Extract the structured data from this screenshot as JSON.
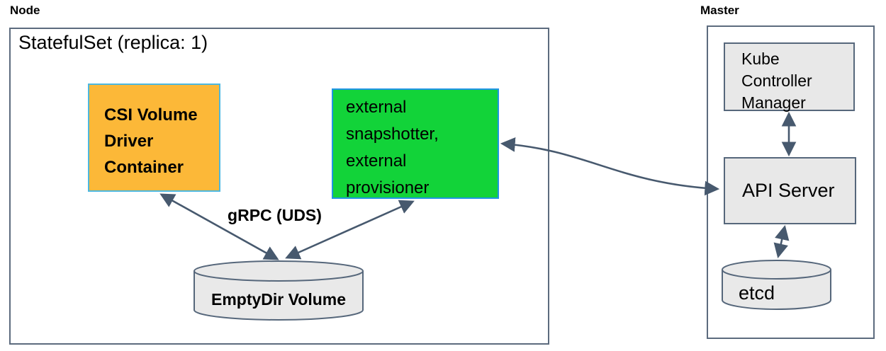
{
  "diagram": {
    "node": {
      "label": "Node",
      "statefulset_label": "StatefulSet (replica: 1)",
      "csi_box": {
        "lines": [
          "CSI Volume",
          "Driver",
          "Container"
        ],
        "fill": "#FCB838",
        "border": "#4DB8E0"
      },
      "sidecar_box": {
        "lines": [
          "external",
          "snapshotter,",
          "external",
          "provisioner"
        ],
        "fill": "#12D339",
        "border": "#2095E5"
      },
      "grpc_label": "gRPC (UDS)",
      "emptydir_label": "EmptyDir Volume"
    },
    "master": {
      "label": "Master",
      "kcm_box": {
        "lines": [
          "Kube",
          "Controller",
          "Manager"
        ]
      },
      "api_server_label": "API Server",
      "etcd_label": "etcd"
    },
    "colors": {
      "arrow": "#47596E",
      "gray_fill": "#E8E8E8",
      "gray_border": "#56677B",
      "outer_border": "#5C6B7E",
      "text": "#000000"
    }
  }
}
